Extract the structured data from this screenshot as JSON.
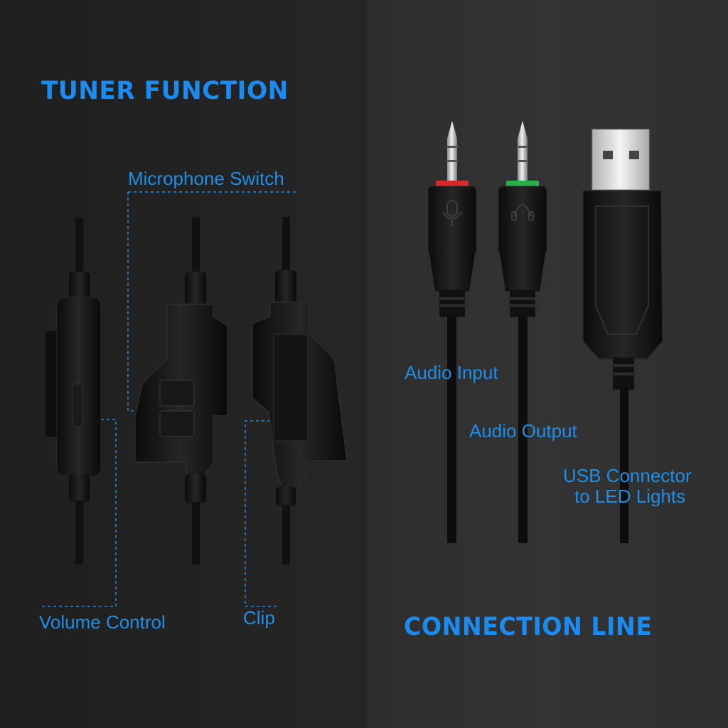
{
  "colors": {
    "accent": "#1a8cf0",
    "label": "#1f8ee8",
    "left_background": "#222222",
    "right_background": "#333333",
    "mic_ring": "#d42a2a",
    "headphone_ring": "#2ab04a"
  },
  "tuner": {
    "heading": "TUNER FUNCTION",
    "microphone_switch_label": "Microphone Switch",
    "volume_control_label": "Volume Control",
    "clip_label": "Clip"
  },
  "connection": {
    "heading": "CONNECTION LINE",
    "audio_input_label": "Audio Input",
    "audio_output_label": "Audio Output",
    "usb_label_line1": "USB Connector",
    "usb_label_line2": "to LED Lights"
  },
  "icons": {
    "mic_plug": "microphone-icon",
    "headphone_plug": "headphones-icon"
  }
}
